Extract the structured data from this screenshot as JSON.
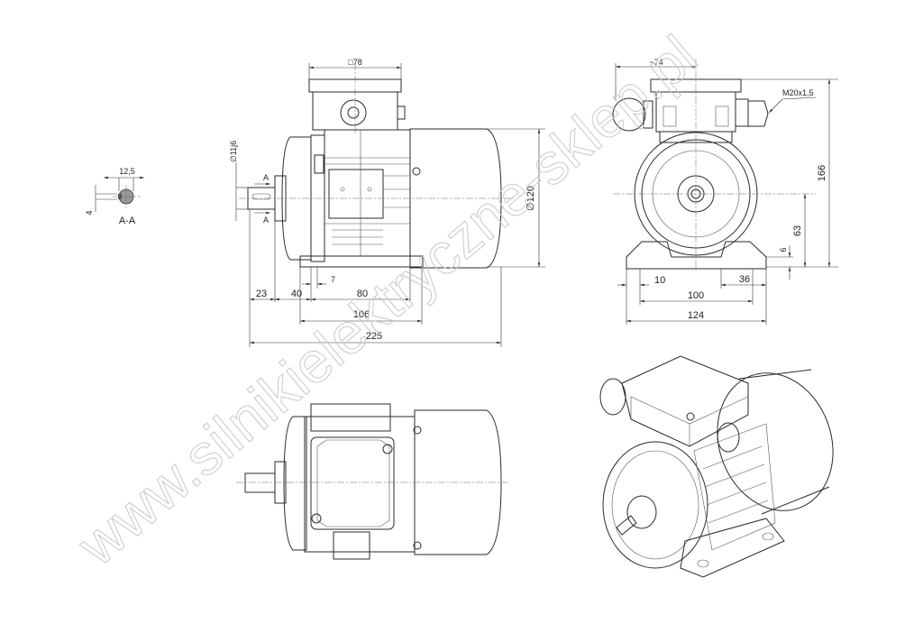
{
  "watermark": "www.silnikielektryczne-sklep.pl",
  "section": {
    "label": "A-A",
    "width_dim": "12,5",
    "key_dim": "4"
  },
  "side_view": {
    "terminal_box_dim": "□78",
    "shaft_dim": "∅11j6",
    "section_mark": "A",
    "diameter_dim": "∅120",
    "dims": {
      "d7": "7",
      "d23": "23",
      "d40": "40",
      "d80": "80",
      "d106": "106",
      "d225": "225"
    }
  },
  "front_view": {
    "width_approx": "~74",
    "gland": "M20x1,5",
    "height_total": "166",
    "shaft_height": "63",
    "foot_thickness": "6",
    "d10": "10",
    "d36": "36",
    "d100": "100",
    "d124": "124"
  }
}
